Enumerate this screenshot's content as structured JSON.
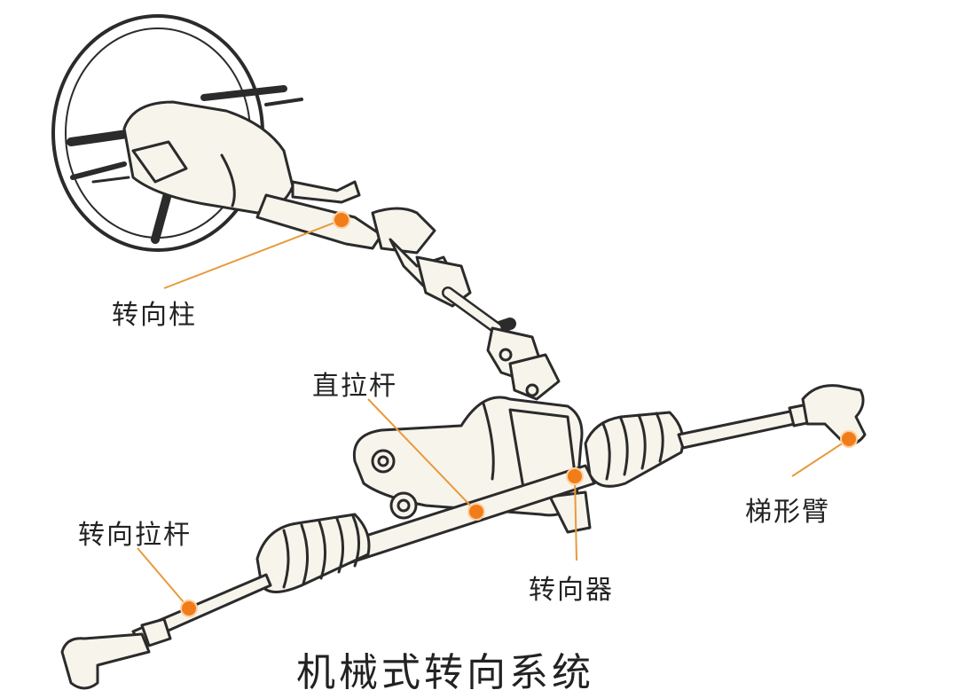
{
  "title": "机械式转向系统",
  "labels": {
    "steering_column": "转向柱",
    "drag_link": "直拉杆",
    "steering_tie_rod": "转向拉杆",
    "steering_gear": "转向器",
    "steering_knuckle_arm": "梯形臂"
  },
  "colors": {
    "marker": "#f07d1a",
    "leader_line": "#e89a3c",
    "outline": "#2b2b2b",
    "fill": "#f7f4ec"
  }
}
